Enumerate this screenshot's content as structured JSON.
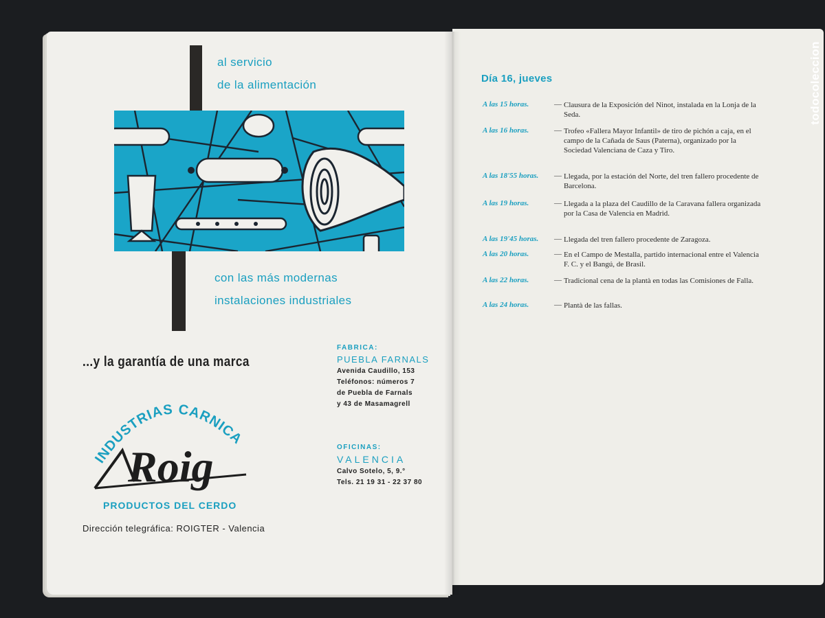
{
  "left_page": {
    "slogan_top": [
      "al servicio",
      "de la alimentación"
    ],
    "slogan_bottom": [
      "con las más modernas",
      "instalaciones industriales"
    ],
    "tagline": "...y la garantía de una marca",
    "brand_arc": "INDUSTRIAS CARNICAS",
    "brand_name": "Roig",
    "products": "PRODUCTOS DEL CERDO",
    "telegraph": "Dirección telegráfica: ROIGTER - Valencia",
    "fabrica": {
      "label": "FABRICA:",
      "city": "PUEBLA FARNALS",
      "lines": [
        "Avenida Caudillo, 153",
        "Teléfonos: números 7",
        "de Puebla de Farnals",
        "y 43 de Masamagrell"
      ]
    },
    "oficinas": {
      "label": "OFICINAS:",
      "city": "VALENCIA",
      "lines": [
        "Calvo Sotelo, 5, 9.°",
        "Tels. 21 19 31 - 22 37 80"
      ]
    }
  },
  "right_page": {
    "day_title": "Día 16, jueves",
    "events": [
      {
        "time": "A las 15 horas.",
        "desc": "Clausura de la Exposición del Ninot, instalada en la Lonja de la Seda."
      },
      {
        "time": "A las 16 horas.",
        "desc": "Trofeo «Fallera Mayor Infantil» de tiro de pichón a caja, en el campo de la Cañada de Saus (Paterna), organizado por la Sociedad Valenciana de Caza y Tiro."
      },
      {
        "time": "A las 18'55 horas.",
        "desc": "Llegada, por la estación del Norte, del tren fallero procedente de Barcelona."
      },
      {
        "time": "A las 19 horas.",
        "desc": "Llegada a la plaza del Caudillo de la Caravana fallera organizada por la Casa de Valencia en Madrid."
      },
      {
        "time": "A las 19'45 horas.",
        "desc": "Llegada del tren fallero procedente de Zaragoza."
      },
      {
        "time": "A las 20 horas.",
        "desc": "En el Campo de Mestalla, partido internacional entre el Valencia F. C. y el Bangú, de Brasil."
      },
      {
        "time": "A las 22 horas.",
        "desc": "Tradicional cena de la plantà en todas las Comisiones de Falla."
      },
      {
        "time": "A las 24 horas.",
        "desc": "Plantà de las fallas."
      }
    ]
  },
  "watermark": "todocoleccion",
  "colors": {
    "accent": "#1a9fc0",
    "paper": "#f1f0ec",
    "ink": "#222222",
    "background": "#1b1d20"
  }
}
